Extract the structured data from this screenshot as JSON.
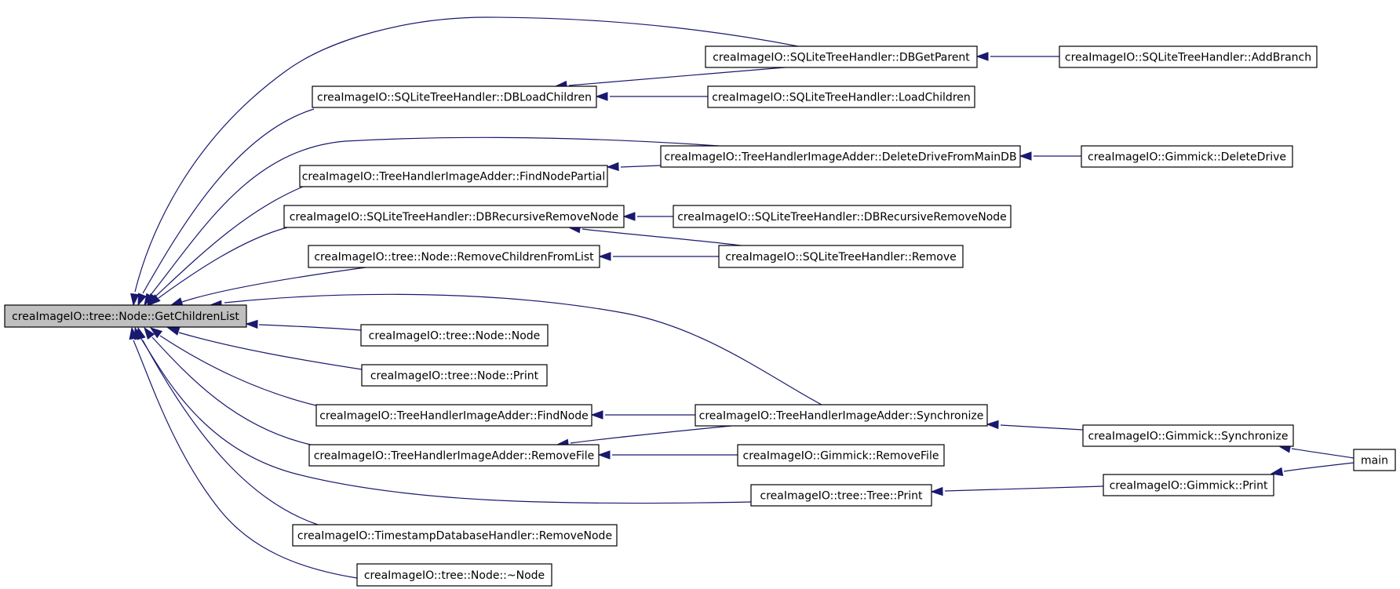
{
  "graph": {
    "colors": {
      "edge": "#191970",
      "root_fill": "#bfbfbf",
      "node_fill": "#ffffff",
      "node_border": "#000000"
    },
    "nodes": [
      {
        "id": "root",
        "label": "creaImageIO::tree::Node::GetChildrenList"
      },
      {
        "id": "dbgetparent",
        "label": "creaImageIO::SQLiteTreeHandler::DBGetParent"
      },
      {
        "id": "addbranch",
        "label": "creaImageIO::SQLiteTreeHandler::AddBranch"
      },
      {
        "id": "dbloadchildren",
        "label": "creaImageIO::SQLiteTreeHandler::DBLoadChildren"
      },
      {
        "id": "loadchildren",
        "label": "creaImageIO::SQLiteTreeHandler::LoadChildren"
      },
      {
        "id": "deletedrivefrommaindb",
        "label": "creaImageIO::TreeHandlerImageAdder::DeleteDriveFromMainDB"
      },
      {
        "id": "gimmick_deletedrive",
        "label": "creaImageIO::Gimmick::DeleteDrive"
      },
      {
        "id": "findnodepartial",
        "label": "creaImageIO::TreeHandlerImageAdder::FindNodePartial"
      },
      {
        "id": "dbrecursiveremovenode_a",
        "label": "creaImageIO::SQLiteTreeHandler::DBRecursiveRemoveNode"
      },
      {
        "id": "dbrecursiveremovenode_b",
        "label": "creaImageIO::SQLiteTreeHandler::DBRecursiveRemoveNode"
      },
      {
        "id": "removechildrenfromlist",
        "label": "creaImageIO::tree::Node::RemoveChildrenFromList"
      },
      {
        "id": "sqlite_remove",
        "label": "creaImageIO::SQLiteTreeHandler::Remove"
      },
      {
        "id": "node_ctor",
        "label": "creaImageIO::tree::Node::Node"
      },
      {
        "id": "node_print",
        "label": "creaImageIO::tree::Node::Print"
      },
      {
        "id": "findnode",
        "label": "creaImageIO::TreeHandlerImageAdder::FindNode"
      },
      {
        "id": "adder_synchronize",
        "label": "creaImageIO::TreeHandlerImageAdder::Synchronize"
      },
      {
        "id": "gimmick_synchronize",
        "label": "creaImageIO::Gimmick::Synchronize"
      },
      {
        "id": "main",
        "label": "main"
      },
      {
        "id": "adder_removefile",
        "label": "creaImageIO::TreeHandlerImageAdder::RemoveFile"
      },
      {
        "id": "gimmick_removefile",
        "label": "creaImageIO::Gimmick::RemoveFile"
      },
      {
        "id": "tree_print",
        "label": "creaImageIO::tree::Tree::Print"
      },
      {
        "id": "gimmick_print",
        "label": "creaImageIO::Gimmick::Print"
      },
      {
        "id": "timestamp_removenode",
        "label": "creaImageIO::TimestampDatabaseHandler::RemoveNode"
      },
      {
        "id": "node_dtor",
        "label": "creaImageIO::tree::Node::~Node"
      }
    ],
    "edges": [
      {
        "from": "dbgetparent",
        "to": "root"
      },
      {
        "from": "dbloadchildren",
        "to": "root"
      },
      {
        "from": "deletedrivefrommaindb",
        "to": "root"
      },
      {
        "from": "findnodepartial",
        "to": "root"
      },
      {
        "from": "dbrecursiveremovenode_a",
        "to": "root"
      },
      {
        "from": "removechildrenfromlist",
        "to": "root"
      },
      {
        "from": "adder_synchronize",
        "to": "root"
      },
      {
        "from": "node_ctor",
        "to": "root"
      },
      {
        "from": "node_print",
        "to": "root"
      },
      {
        "from": "findnode",
        "to": "root"
      },
      {
        "from": "adder_removefile",
        "to": "root"
      },
      {
        "from": "tree_print",
        "to": "root"
      },
      {
        "from": "timestamp_removenode",
        "to": "root"
      },
      {
        "from": "node_dtor",
        "to": "root"
      },
      {
        "from": "addbranch",
        "to": "dbgetparent"
      },
      {
        "from": "dbgetparent",
        "to": "dbloadchildren"
      },
      {
        "from": "loadchildren",
        "to": "dbloadchildren"
      },
      {
        "from": "gimmick_deletedrive",
        "to": "deletedrivefrommaindb"
      },
      {
        "from": "deletedrivefrommaindb",
        "to": "findnodepartial"
      },
      {
        "from": "dbrecursiveremovenode_b",
        "to": "dbrecursiveremovenode_a"
      },
      {
        "from": "sqlite_remove",
        "to": "dbrecursiveremovenode_a"
      },
      {
        "from": "sqlite_remove",
        "to": "removechildrenfromlist"
      },
      {
        "from": "adder_synchronize",
        "to": "findnode"
      },
      {
        "from": "gimmick_synchronize",
        "to": "adder_synchronize"
      },
      {
        "from": "main",
        "to": "gimmick_synchronize"
      },
      {
        "from": "adder_synchronize",
        "to": "adder_removefile"
      },
      {
        "from": "gimmick_removefile",
        "to": "adder_removefile"
      },
      {
        "from": "gimmick_print",
        "to": "tree_print"
      },
      {
        "from": "main",
        "to": "gimmick_print"
      }
    ]
  }
}
